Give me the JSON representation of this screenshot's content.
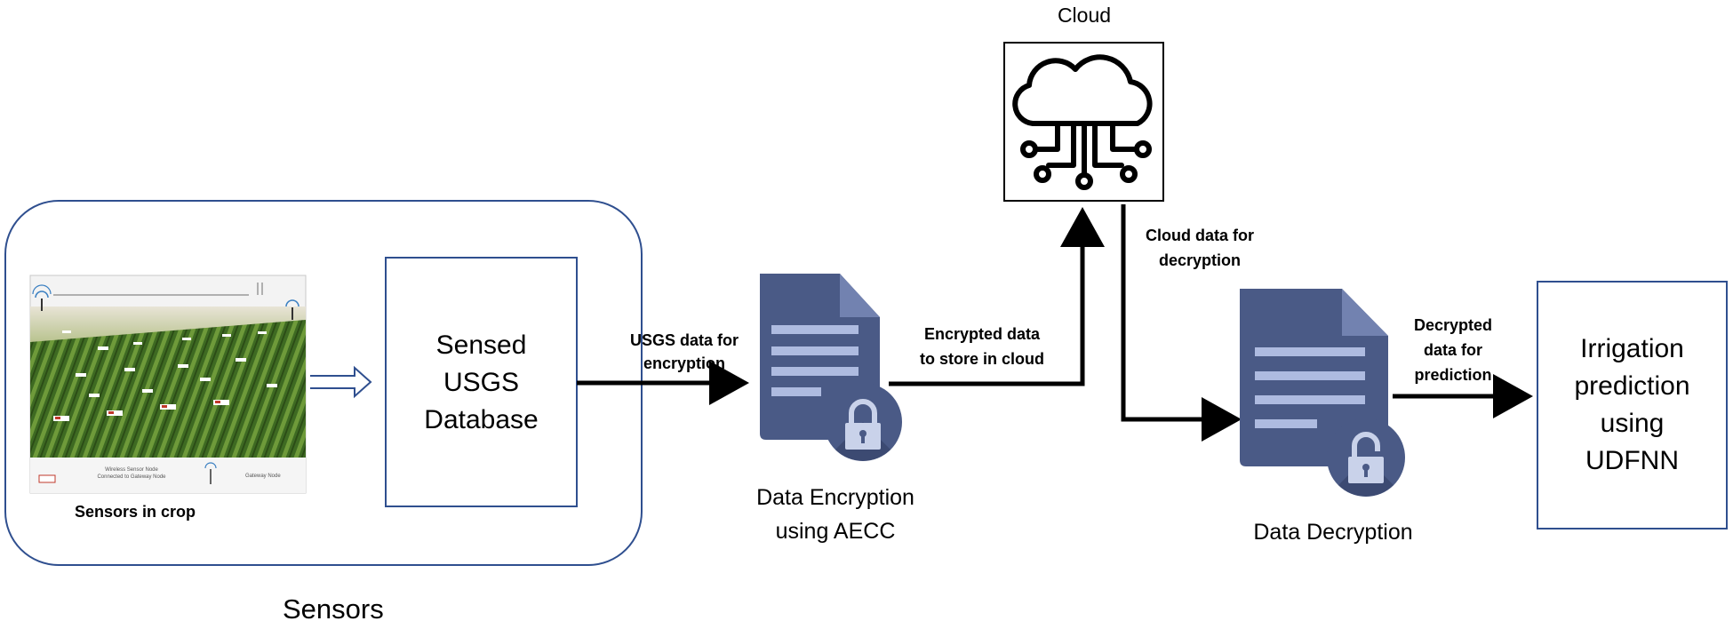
{
  "labels": {
    "cloud_title": "Cloud",
    "sensed_db": [
      "Sensed",
      "USGS",
      "Database"
    ],
    "sensors_in_crop": "Sensors in crop",
    "sensors_group": "Sensors",
    "edge_usgs": [
      "USGS data for",
      "encryption"
    ],
    "edge_encrypted": [
      "Encrypted data",
      "to store in cloud"
    ],
    "edge_cloud": [
      "Cloud data for",
      "decryption"
    ],
    "edge_decrypted": [
      "Decrypted",
      "data for",
      "prediction"
    ],
    "encryption_caption": [
      "Data Encryption",
      "using AECC"
    ],
    "decryption_caption": "Data Decryption",
    "irrigation": [
      "Irrigation",
      "prediction",
      "using",
      "UDFNN"
    ],
    "photo_legend_node": [
      "Wireless Sensor Node",
      "Connected to Gateway Node"
    ],
    "photo_legend_gateway": "Gateway Node"
  },
  "colors": {
    "box_border": "#2f4f8f",
    "doc_body": "#4a5a86",
    "doc_fold": "#6c7cab",
    "doc_lines": "#aebbe0",
    "lock_circle": "#5a6b99",
    "lock_body": "#c9d2ea",
    "arrow": "#000000",
    "field_sky": "#d9d2b8",
    "field_green": "#3f6b22"
  },
  "icons": [
    "cloud-circuit-icon",
    "encrypted-document-icon",
    "lock-closed-icon",
    "decrypted-document-icon",
    "lock-open-icon",
    "hollow-arrow-icon",
    "antenna-icon"
  ]
}
